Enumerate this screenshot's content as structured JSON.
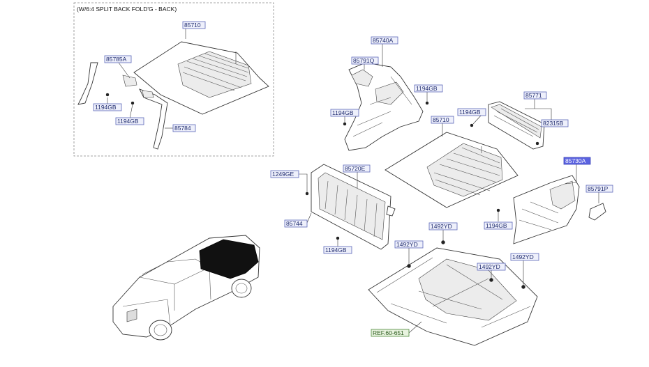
{
  "inset": {
    "title": "(W/6:4 SPLIT BACK FOLD'G - BACK)"
  },
  "labels": {
    "inset_85710": "85710",
    "inset_85785A": "85785A",
    "inset_1194GB_a": "1194GB",
    "inset_1194GB_b": "1194GB",
    "inset_85784": "85784",
    "p85740A": "85740A",
    "p85791Q": "85791Q",
    "p1194GB_1": "1194GB",
    "p1194GB_2": "1194GB",
    "p85710": "85710",
    "p85771": "85771",
    "p1194GB_3": "1194GB",
    "p82315B": "82315B",
    "p85730A": "85730A",
    "p85791P": "85791P",
    "p1249GE": "1249GE",
    "p85720E": "85720E",
    "p85744": "85744",
    "p1194GB_4": "1194GB",
    "p1194GB_5": "1194GB",
    "p1492YD_1": "1492YD",
    "p1492YD_2": "1492YD",
    "p1492YD_3": "1492YD",
    "p1492YD_4": "1492YD",
    "ref": "REF.60-651"
  },
  "colors": {
    "highlight": "#5b63e0",
    "label_fill": "#eef0fb",
    "label_border": "#5a66b8",
    "ref_border": "#4e8a3a"
  }
}
